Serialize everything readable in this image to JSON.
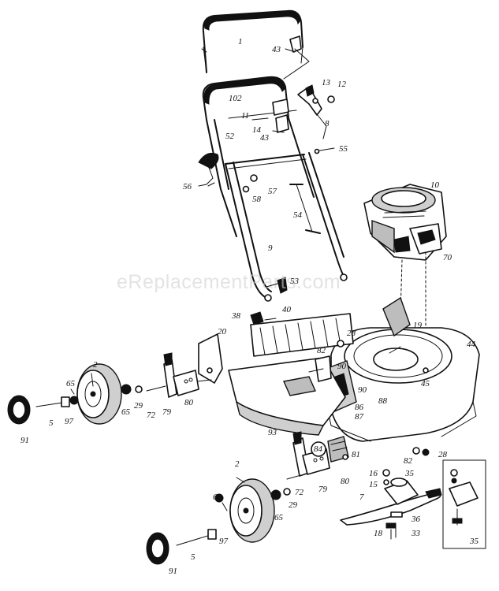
{
  "watermark": "eReplacementParts.com",
  "callouts": {
    "c1": "1",
    "c43a": "43",
    "c102": "102",
    "c13": "13",
    "c12": "12",
    "c11": "11",
    "c8": "8",
    "c14": "14",
    "c43b": "43",
    "c52": "52",
    "c55": "55",
    "c56": "56",
    "c57": "57",
    "c58": "58",
    "c54": "54",
    "c10": "10",
    "c70": "70",
    "c9": "9",
    "c53": "53",
    "c38": "38",
    "c40": "40",
    "c19": "19",
    "c20": "20",
    "c28a": "28",
    "c44": "44",
    "c82a": "82",
    "c90a": "90",
    "c2a": "2",
    "c65a": "65",
    "c65b": "65",
    "c29a": "29",
    "c72a": "72",
    "c79a": "79",
    "c80a": "80",
    "c45": "45",
    "c90b": "90",
    "c86": "86",
    "c87": "87",
    "c88": "88",
    "c91a": "91",
    "c5a": "5",
    "c97a": "97",
    "c93": "93",
    "c84": "84",
    "c81": "81",
    "c82b": "82",
    "c28b": "28",
    "c2b": "2",
    "c16": "16",
    "c15": "15",
    "c35a": "35",
    "c72b": "72",
    "c79b": "79",
    "c80b": "80",
    "c65c": "65",
    "c29b": "29",
    "c65d": "65",
    "c7": "7",
    "c36": "36",
    "c18": "18",
    "c33": "33",
    "c35b": "35",
    "c5b": "5",
    "c97b": "97",
    "c91b": "91"
  }
}
